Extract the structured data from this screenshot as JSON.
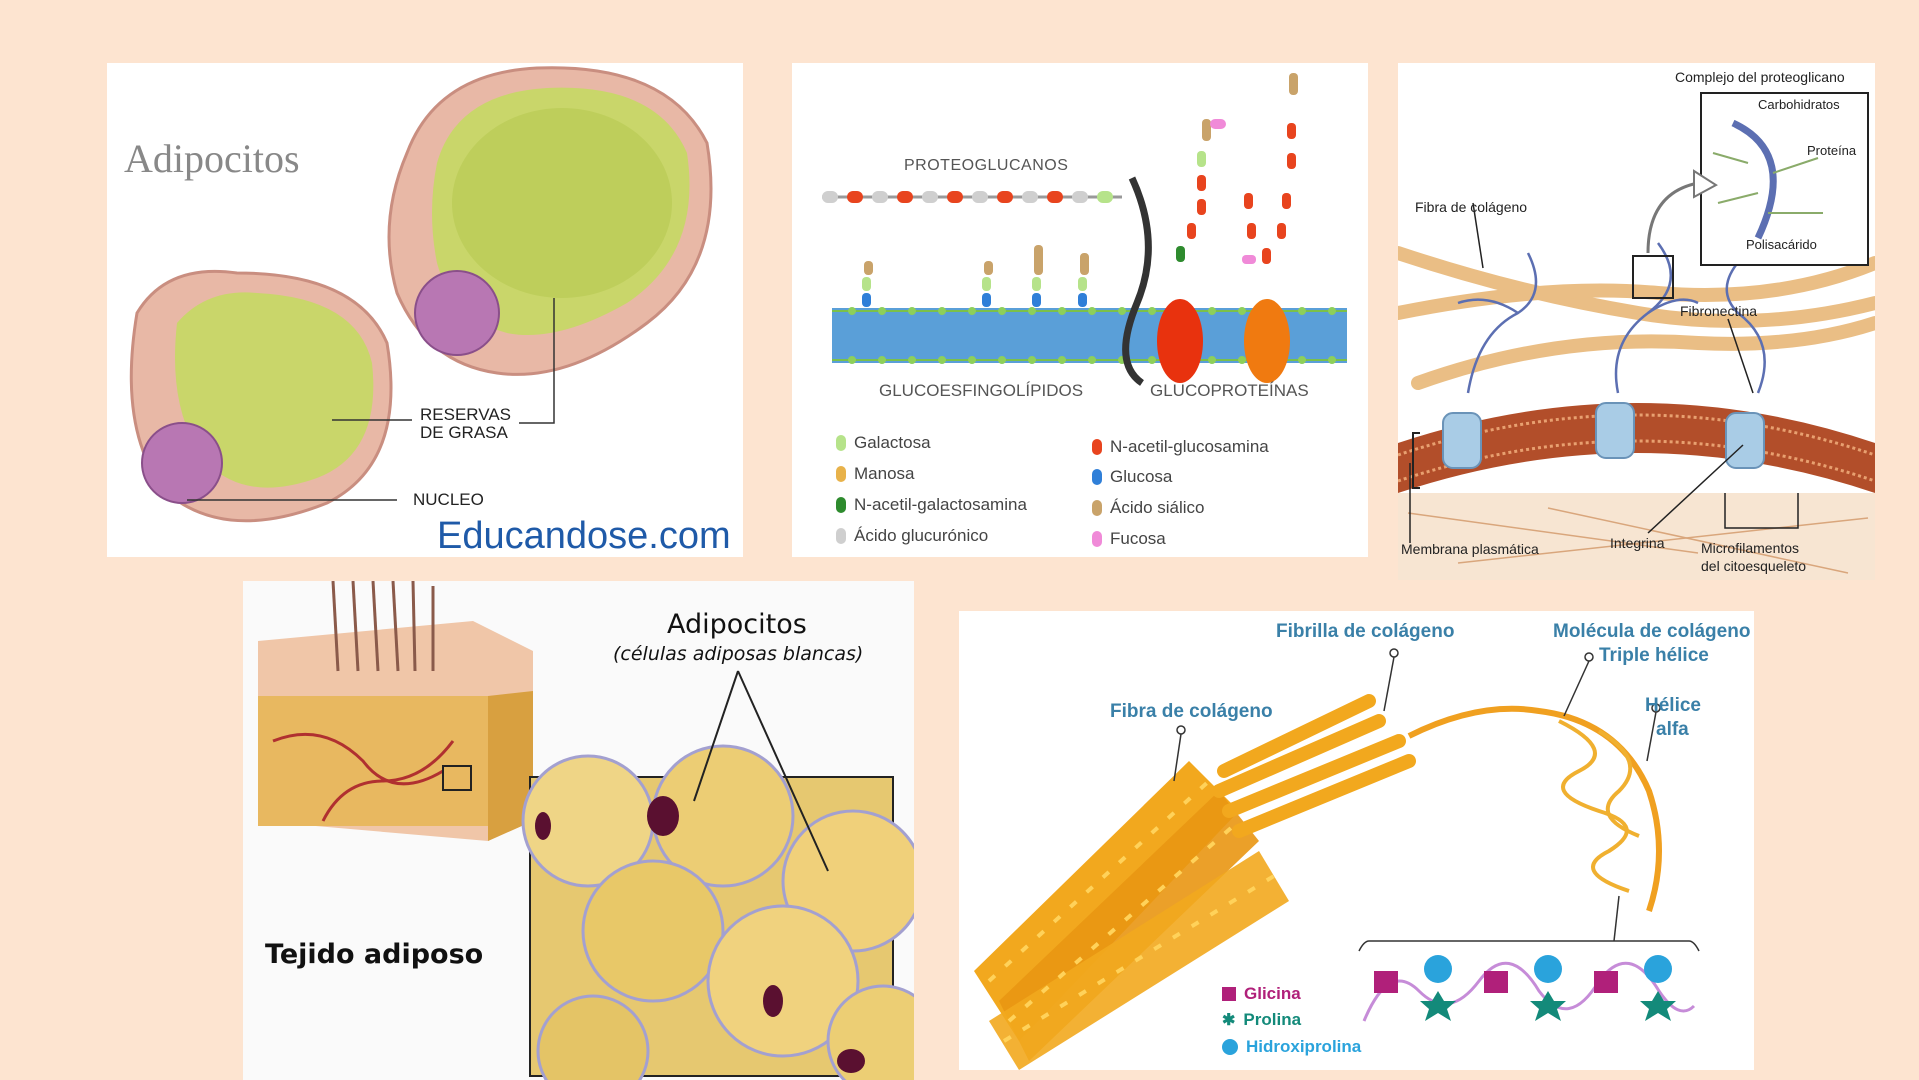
{
  "adipocitos_panel": {
    "title": "Adipocitos",
    "reservas_line1": "RESERVAS",
    "reservas_line2": "DE GRASA",
    "nucleo": "NUCLEO",
    "watermark": "Educandose.com"
  },
  "membrane_panel": {
    "proteoglucanos": "PROTEOGLUCANOS",
    "glucoesfingolipidos": "GLUCOESFINGOLÍPIDOS",
    "glucoproteinas": "GLUCOPROTEÍNAS",
    "legend": [
      {
        "label": "Galactosa",
        "color": "#b6e38a"
      },
      {
        "label": "Manosa",
        "color": "#e8b24a"
      },
      {
        "label": "N-acetil-galactosamina",
        "color": "#2e8b2e"
      },
      {
        "label": "Ácido glucurónico",
        "color": "#cfcfcf"
      },
      {
        "label": "N-acetil-glucosamina",
        "color": "#e8441e"
      },
      {
        "label": "Glucosa",
        "color": "#2f7fd8"
      },
      {
        "label": "Ácido siálico",
        "color": "#c9a36a"
      },
      {
        "label": "Fucosa",
        "color": "#f08ad8"
      }
    ]
  },
  "ecm_panel": {
    "complejo": "Complejo del proteoglicano",
    "carbohidratos": "Carbohidratos",
    "proteina": "Proteína",
    "polisacarido": "Polisacárido",
    "fibra": "Fibra de colágeno",
    "fibronectina": "Fibronectina",
    "membrana": "Membrana plasmática",
    "integrina": "Integrina",
    "microfilamentos_line1": "Microfilamentos",
    "microfilamentos_line2": "del citoesqueleto"
  },
  "tissue_panel": {
    "title": "Adipocitos",
    "subtitle": "(células adiposas blancas)",
    "tejido": "Tejido adiposo"
  },
  "collagen_panel": {
    "fibrilla": "Fibrilla de colágeno",
    "molecula": "Molécula de colágeno",
    "triple": "Triple hélice",
    "fibra": "Fibra de colágeno",
    "helice_line1": "Hélice",
    "helice_line2": "alfa",
    "legend": [
      {
        "label": "Glicina",
        "color": "#b0207a"
      },
      {
        "label": "Prolina",
        "color": "#138a7a"
      },
      {
        "label": "Hidroxiprolina",
        "color": "#2aa3dc"
      }
    ]
  }
}
